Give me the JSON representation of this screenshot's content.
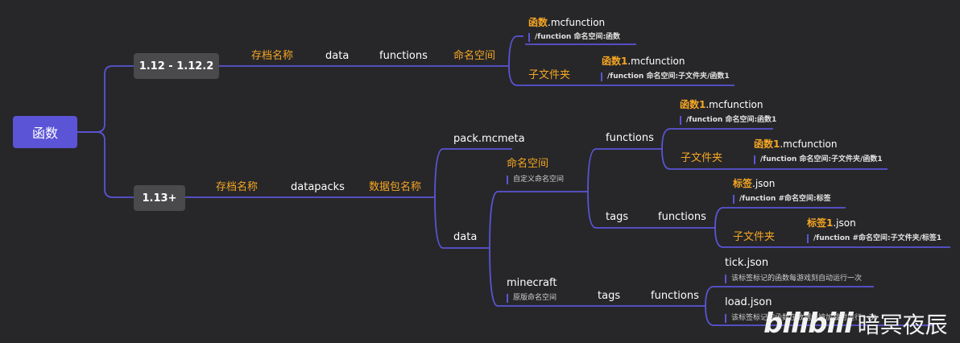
{
  "root": "函数",
  "v112": {
    "label": "1.12 - 1.12.2",
    "path": [
      "存档名称",
      "data",
      "functions",
      "命名空间"
    ],
    "file1": {
      "bold": "函数",
      "rest": ".mcfunction",
      "note": "/function 命名空间:函数"
    },
    "subfolder": "子文件夹",
    "file2": {
      "bold": "函数1",
      "rest": ".mcfunction",
      "note": "/function 命名空间:子文件夹/函数1"
    }
  },
  "v113": {
    "label": "1.13+",
    "path": [
      "存档名称",
      "datapacks",
      "数据包名称"
    ],
    "packmeta": "pack.mcmeta",
    "data": "data",
    "namespace": {
      "label": "命名空间",
      "note": "自定义命名空间"
    },
    "functions": "functions",
    "fn1": {
      "bold": "函数1",
      "rest": ".mcfunction",
      "note": "/function 命名空间:函数1"
    },
    "subfolder": "子文件夹",
    "fn2": {
      "bold": "函数1",
      "rest": ".mcfunction",
      "note": "/function 命名空间:子文件夹/函数1"
    },
    "tags": "tags",
    "tag_functions": "functions",
    "tag1": {
      "bold": "标签",
      "rest": ".json",
      "note": "/function #命名空间:标签"
    },
    "tag_subfolder": "子文件夹",
    "tag2": {
      "bold": "标签1",
      "rest": ".json",
      "note": "/function #命名空间:子文件夹/标签1"
    },
    "minecraft": {
      "label": "minecraft",
      "note": "原版命名空间"
    },
    "mc_tags": "tags",
    "mc_functions": "functions",
    "tick": {
      "label": "tick.json",
      "note": "该标签标记的函数每游戏刻自动运行一次"
    },
    "load": {
      "label": "load.json",
      "note": "该标签标记的函数在数据包被加载时运行一次"
    }
  },
  "watermark": {
    "logo": "bilibili",
    "name": "暗冥夜辰"
  },
  "colors": {
    "line": "#5b54d6",
    "accent": "#f5a623",
    "background": "#272729"
  }
}
